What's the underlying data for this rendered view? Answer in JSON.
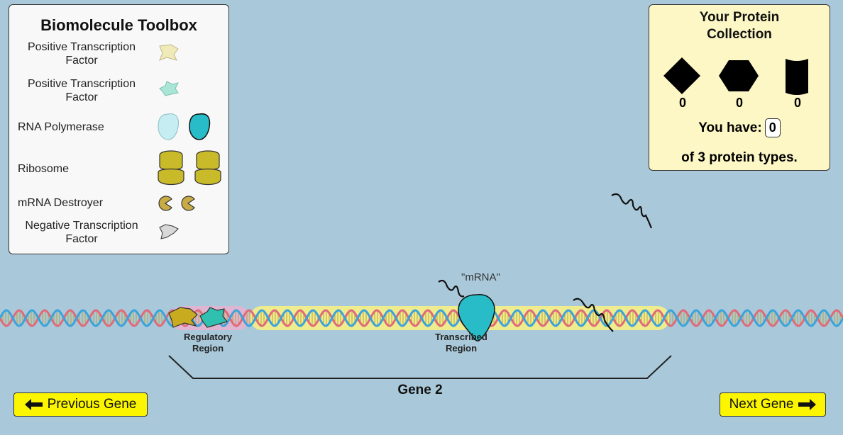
{
  "toolbox": {
    "title": "Biomolecule Toolbox",
    "items": [
      {
        "label": "Positive Transcription Factor",
        "line1": "Positive Transcription",
        "line2": "Factor",
        "icon": "positive-tf-yellow-icon"
      },
      {
        "label": "Positive Transcription Factor",
        "line1": "Positive Transcription",
        "line2": "Factor",
        "icon": "positive-tf-teal-icon"
      },
      {
        "label": "RNA Polymerase",
        "icon": "rna-polymerase-icon"
      },
      {
        "label": "Ribosome",
        "icon": "ribosome-icon"
      },
      {
        "label": "mRNA Destroyer",
        "icon": "mrna-destroyer-icon"
      },
      {
        "label": "Negative Transcription Factor",
        "line1": "Negative Transcription",
        "line2": "Factor",
        "icon": "negative-tf-icon"
      }
    ]
  },
  "collection": {
    "title_line1": "Your Protein",
    "title_line2": "Collection",
    "proteins": [
      {
        "shape": "diamond",
        "count": "0"
      },
      {
        "shape": "hexagon",
        "count": "0"
      },
      {
        "shape": "cylinder",
        "count": "0"
      }
    ],
    "you_have_label": "You have:",
    "you_have_value": "0",
    "of_label": "of 3 protein types."
  },
  "dna": {
    "regulatory_label_1": "Regulatory",
    "regulatory_label_2": "Region",
    "transcribed_label_1": "Transcribed",
    "transcribed_label_2": "Region",
    "gene_label": "Gene 2",
    "mrna_label": "\"mRNA\""
  },
  "nav": {
    "prev_label": "Previous Gene",
    "next_label": "Next Gene"
  },
  "colors": {
    "background": "#a9c9da",
    "button": "#fbf600",
    "collection_bg": "#fdf7c5",
    "dna_strand_1": "#e06a7a",
    "dna_strand_2": "#3aa3dd",
    "rungs": "#b8a23a",
    "regulatory_highlight": "#e6b3cf",
    "transcribed_highlight": "#f2ee8a",
    "polymerase": "#28bcc8"
  }
}
